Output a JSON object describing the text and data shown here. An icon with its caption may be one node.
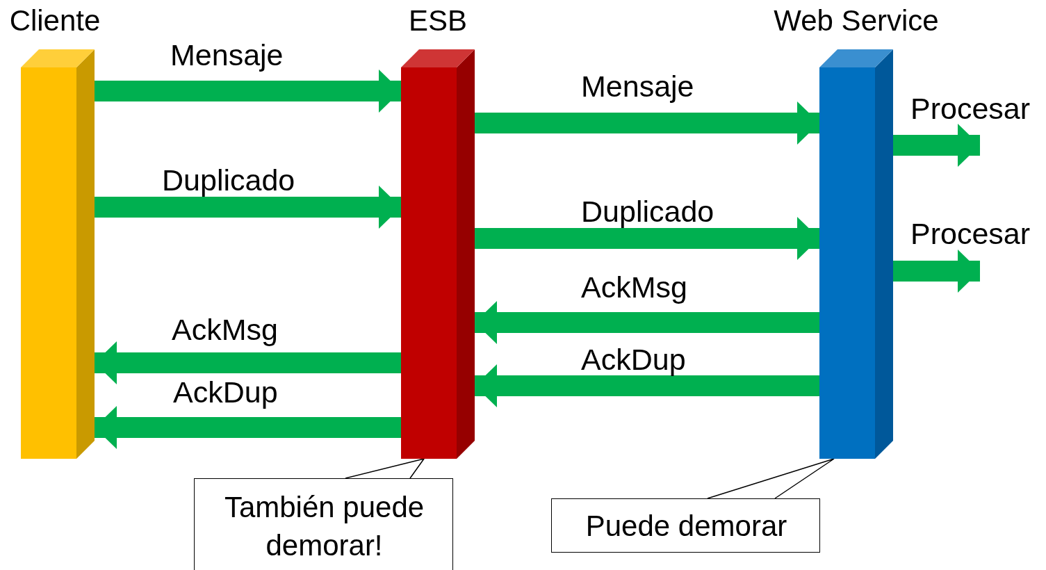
{
  "diagram": {
    "nodes": [
      {
        "text": [
          "Cliente"
        ]
      },
      {
        "text": [
          "ESB"
        ]
      },
      {
        "text": [
          "Web Service"
        ]
      },
      {
        "text": [
          "También puede demorar!"
        ]
      },
      {
        "text": [
          "Puede demorar"
        ]
      }
    ],
    "edges": [
      {
        "from": 0,
        "to": 1,
        "arrow": "to",
        "label": "Mensaje"
      },
      {
        "from": 0,
        "to": 1,
        "arrow": "to",
        "label": "Duplicado"
      },
      {
        "from": 1,
        "to": 2,
        "arrow": "to",
        "label": "Mensaje"
      },
      {
        "from": 1,
        "to": 2,
        "arrow": "to",
        "label": "Duplicado"
      },
      {
        "from": 2,
        "to": null,
        "arrow": "to",
        "label": "Procesar"
      },
      {
        "from": 2,
        "to": null,
        "arrow": "to",
        "label": "Procesar"
      },
      {
        "from": 2,
        "to": 1,
        "arrow": "to",
        "label": "AckMsg"
      },
      {
        "from": 2,
        "to": 1,
        "arrow": "to",
        "label": "AckDup"
      },
      {
        "from": 1,
        "to": 0,
        "arrow": "to",
        "label": "AckMsg"
      },
      {
        "from": 1,
        "to": 0,
        "arrow": "to",
        "label": "AckDup"
      },
      {
        "from": 3,
        "to": 1,
        "arrow": "none",
        "color": "#000000"
      },
      {
        "from": 4,
        "to": 2,
        "arrow": "none",
        "color": "#000000"
      }
    ]
  }
}
